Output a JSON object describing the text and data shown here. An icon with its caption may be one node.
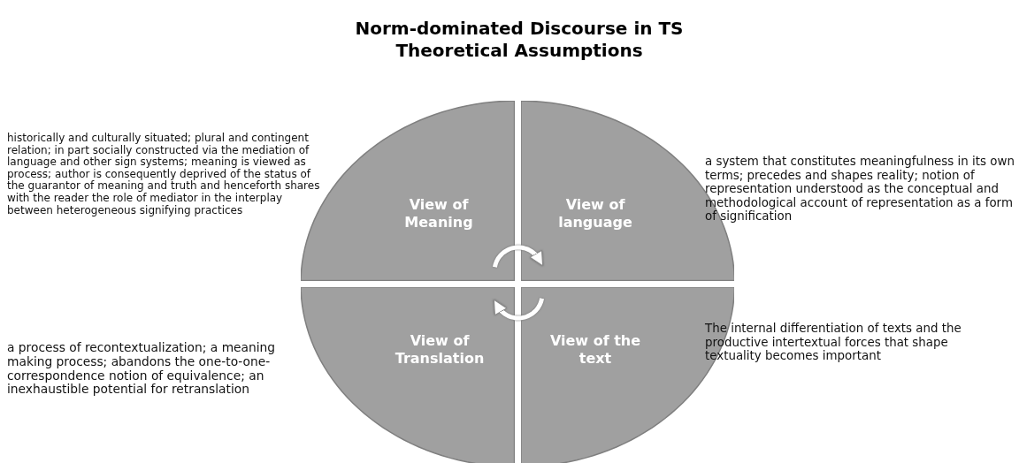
{
  "diagram": {
    "title": "Norm-dominated Discourse in TS Theoretical Assumptions",
    "nodes": [
      {
        "text": [
          "View of Meaning"
        ],
        "beside": [
          "historically and culturally situated; plural and contingent relation; in part socially constructed via the mediation of language and other sign systems; meaning is viewed as process; author is consequently deprived of the status of the guarantor of meaning and truth and henceforth shares with the reader the role of mediator in the interplay between heterogeneous signifying practices"
        ]
      },
      {
        "text": [
          "View of language"
        ],
        "beside": [
          "a system that constitutes meaningfulness in its own terms; precedes and shapes reality; notion of representation understood as the conceptual and methodological account of representation as a form of signification"
        ]
      },
      {
        "text": [
          "View of Translation"
        ],
        "beside": [
          "a process of recontextualization; a meaning making process; abandons the one-to-one-correspondence notion of equivalence; an inexhaustible potential for retranslation"
        ]
      },
      {
        "text": [
          "View of the text"
        ],
        "beside": [
          "The internal differentiation of texts and the productive intertextual forces that shape textuality becomes important"
        ]
      }
    ],
    "edges": [
      {
        "from": 0,
        "to": 1,
        "arrow": "to"
      },
      {
        "from": 3,
        "to": 2,
        "arrow": "to"
      }
    ]
  }
}
